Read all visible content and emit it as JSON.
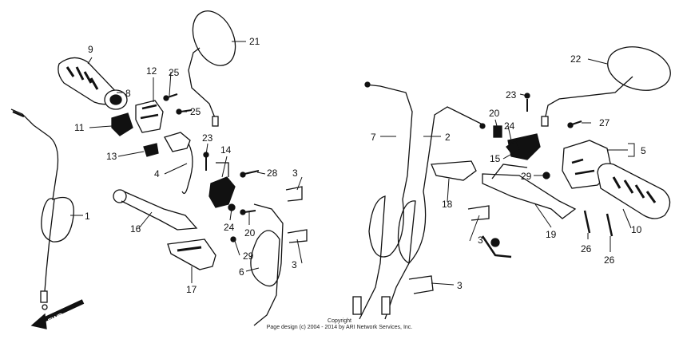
{
  "callouts": [
    "1",
    "2",
    "3",
    "3",
    "3",
    "3",
    "4",
    "5",
    "6",
    "7",
    "8",
    "9",
    "10",
    "11",
    "12",
    "13",
    "14",
    "15",
    "16",
    "17",
    "18",
    "19",
    "20",
    "20",
    "21",
    "22",
    "23",
    "23",
    "24",
    "24",
    "25",
    "25",
    "26",
    "26",
    "27",
    "28",
    "29",
    "29"
  ],
  "fwd_label": "FWD",
  "copyright_line1": "Copyright",
  "copyright_line2": "Page design (c) 2004 - 2014 by ARI Network Services, Inc."
}
